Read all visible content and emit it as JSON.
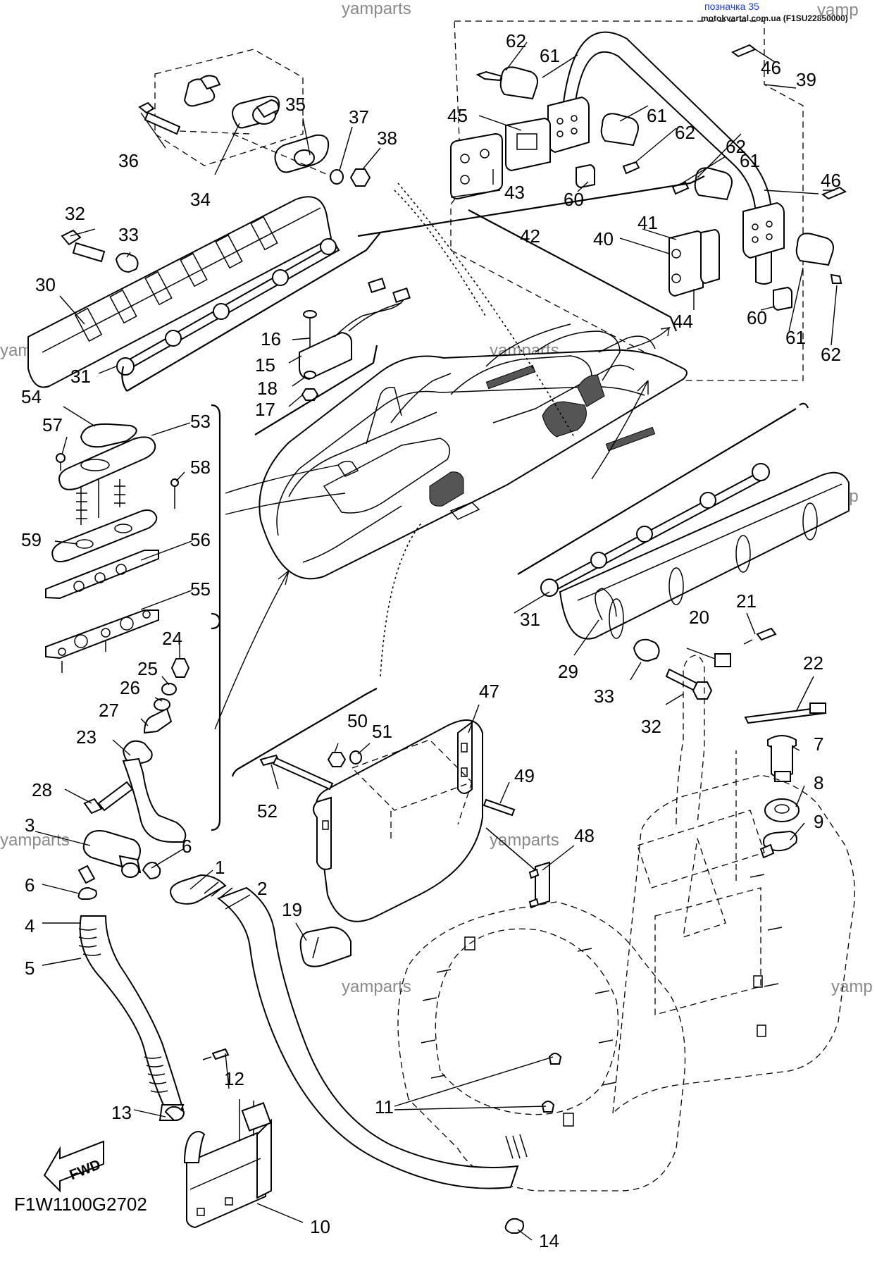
{
  "header": {
    "tag": "позначка 35",
    "source": "motokvartal.com.ua (F1SU22850000)"
  },
  "watermark": "yamparts",
  "watermark_partial": "yamp",
  "drawing_code": "F1W1100G2702",
  "fwd_label": "FWD",
  "labels": {
    "l1": "1",
    "l2": "2",
    "l3": "3",
    "l4": "4",
    "l5": "5",
    "l6a": "6",
    "l6b": "6",
    "l7": "7",
    "l8": "8",
    "l9": "9",
    "l10": "10",
    "l11": "11",
    "l12": "12",
    "l13": "13",
    "l14": "14",
    "l15": "15",
    "l16": "16",
    "l17": "17",
    "l18": "18",
    "l19": "19",
    "l20": "20",
    "l21": "21",
    "l22": "22",
    "l23": "23",
    "l24": "24",
    "l25": "25",
    "l26": "26",
    "l27": "27",
    "l28": "28",
    "l29": "29",
    "l30": "30",
    "l31a": "31",
    "l31b": "31",
    "l32a": "32",
    "l32b": "32",
    "l33a": "33",
    "l33b": "33",
    "l34": "34",
    "l35": "35",
    "l36": "36",
    "l37": "37",
    "l38": "38",
    "l39": "39",
    "l40": "40",
    "l41": "41",
    "l42": "42",
    "l43": "43",
    "l44": "44",
    "l45": "45",
    "l46a": "46",
    "l46b": "46",
    "l47": "47",
    "l48": "48",
    "l49": "49",
    "l50": "50",
    "l51": "51",
    "l52": "52",
    "l53": "53",
    "l54": "54",
    "l55": "55",
    "l56": "56",
    "l57": "57",
    "l58": "58",
    "l59": "59",
    "l60a": "60",
    "l60b": "60",
    "l61a": "61",
    "l61b": "61",
    "l61c": "61",
    "l61d": "61",
    "l62a": "62",
    "l62b": "62",
    "l62c": "62",
    "l62d": "62"
  }
}
